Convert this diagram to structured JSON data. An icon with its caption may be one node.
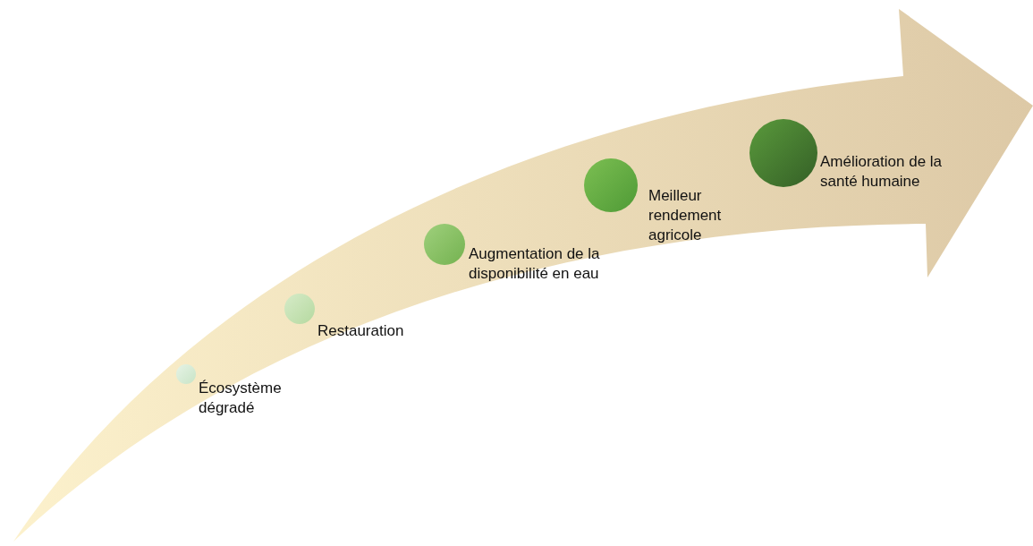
{
  "diagram": {
    "nodes": [
      {
        "text": [],
        "shape": "circle",
        "beside": [
          "Écosystème dégradé"
        ]
      },
      {
        "text": [],
        "shape": "circle",
        "beside": [
          "Restauration"
        ]
      },
      {
        "text": [],
        "shape": "circle",
        "beside": [
          "Augmentation de la disponibilité en eau"
        ]
      },
      {
        "text": [],
        "shape": "circle",
        "beside": [
          "Meilleur rendement agricole"
        ]
      },
      {
        "text": [],
        "shape": "circle",
        "beside": [
          "Amélioration de la santé humaine"
        ]
      }
    ]
  }
}
